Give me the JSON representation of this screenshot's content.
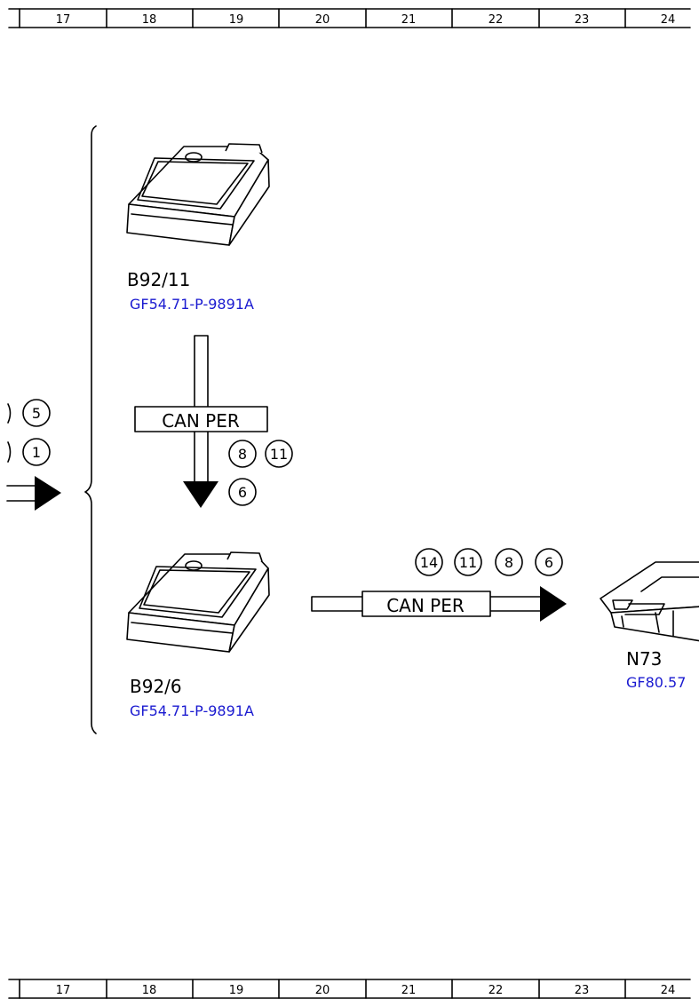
{
  "ruler": {
    "columns": [
      "17",
      "18",
      "19",
      "20",
      "21",
      "22",
      "23",
      "24"
    ]
  },
  "components": {
    "b92_11": {
      "label": "B92/11",
      "ref": "GF54.71-P-9891A"
    },
    "b92_6": {
      "label": "B92/6",
      "ref": "GF54.71-P-9891A"
    },
    "n73": {
      "label": "N73",
      "ref": "GF80.57"
    }
  },
  "buses": {
    "vertical": {
      "label": "CAN PER",
      "markers": [
        "8",
        "11",
        "6"
      ]
    },
    "horizontal": {
      "label": "CAN PER",
      "markers": [
        "14",
        "11",
        "8",
        "6"
      ]
    }
  },
  "left_markers": [
    "5",
    "1"
  ]
}
